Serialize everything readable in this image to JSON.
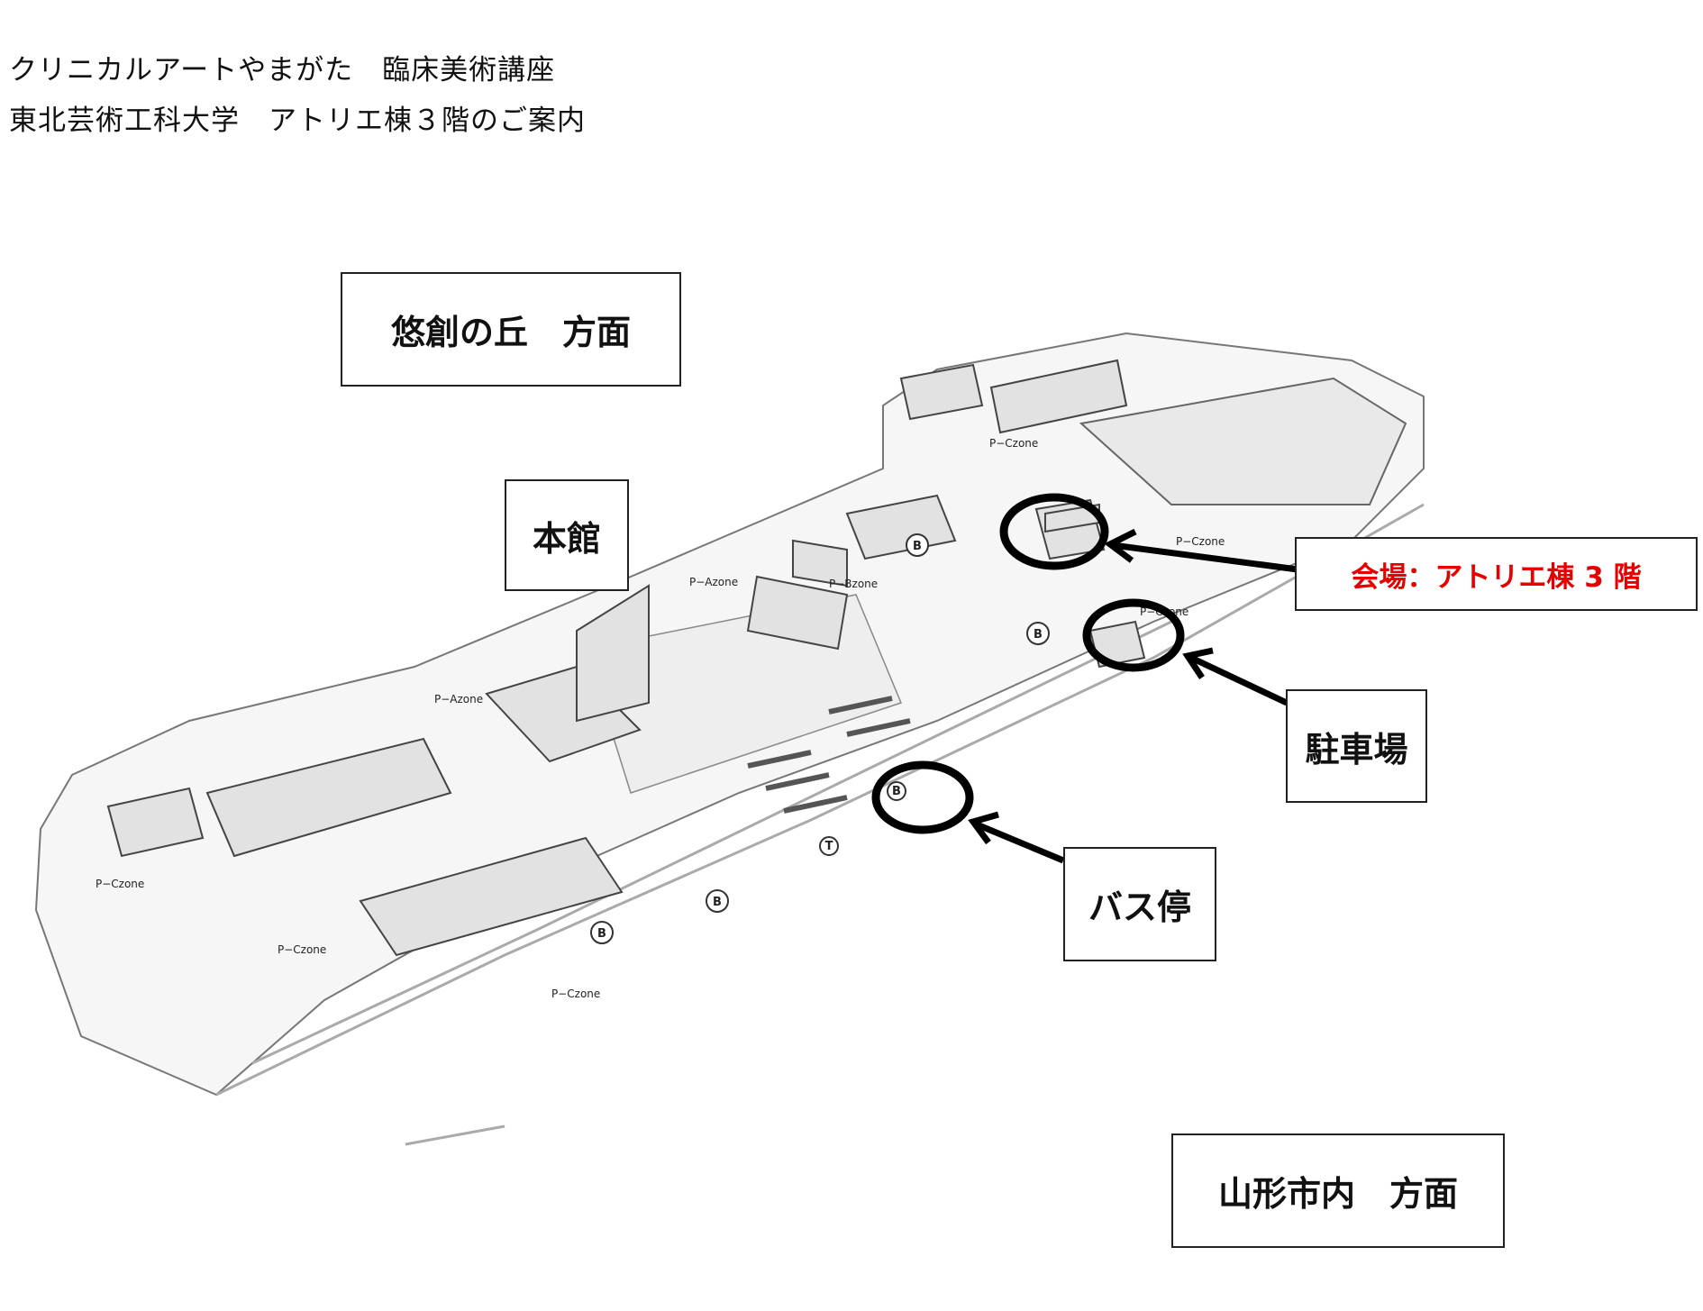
{
  "header": {
    "line1": "クリニカルアートやまがた　臨床美術講座",
    "line2": "東北芸術工科大学　アトリエ棟３階のご案内"
  },
  "labels": {
    "north_direction": "悠創の丘　方面",
    "main_building": "本館",
    "venue": "会場：アトリエ棟 3 階",
    "parking": "駐車場",
    "bus_stop": "バス停",
    "city_direction": "山形市内　方面"
  },
  "zones": {
    "p_c": "P−Czone",
    "p_a": "P−Azone",
    "p_b": "P−Bzone",
    "bus": "B",
    "taxi": "T"
  },
  "colors": {
    "venue_text": "#e60000",
    "line": "#000000"
  }
}
